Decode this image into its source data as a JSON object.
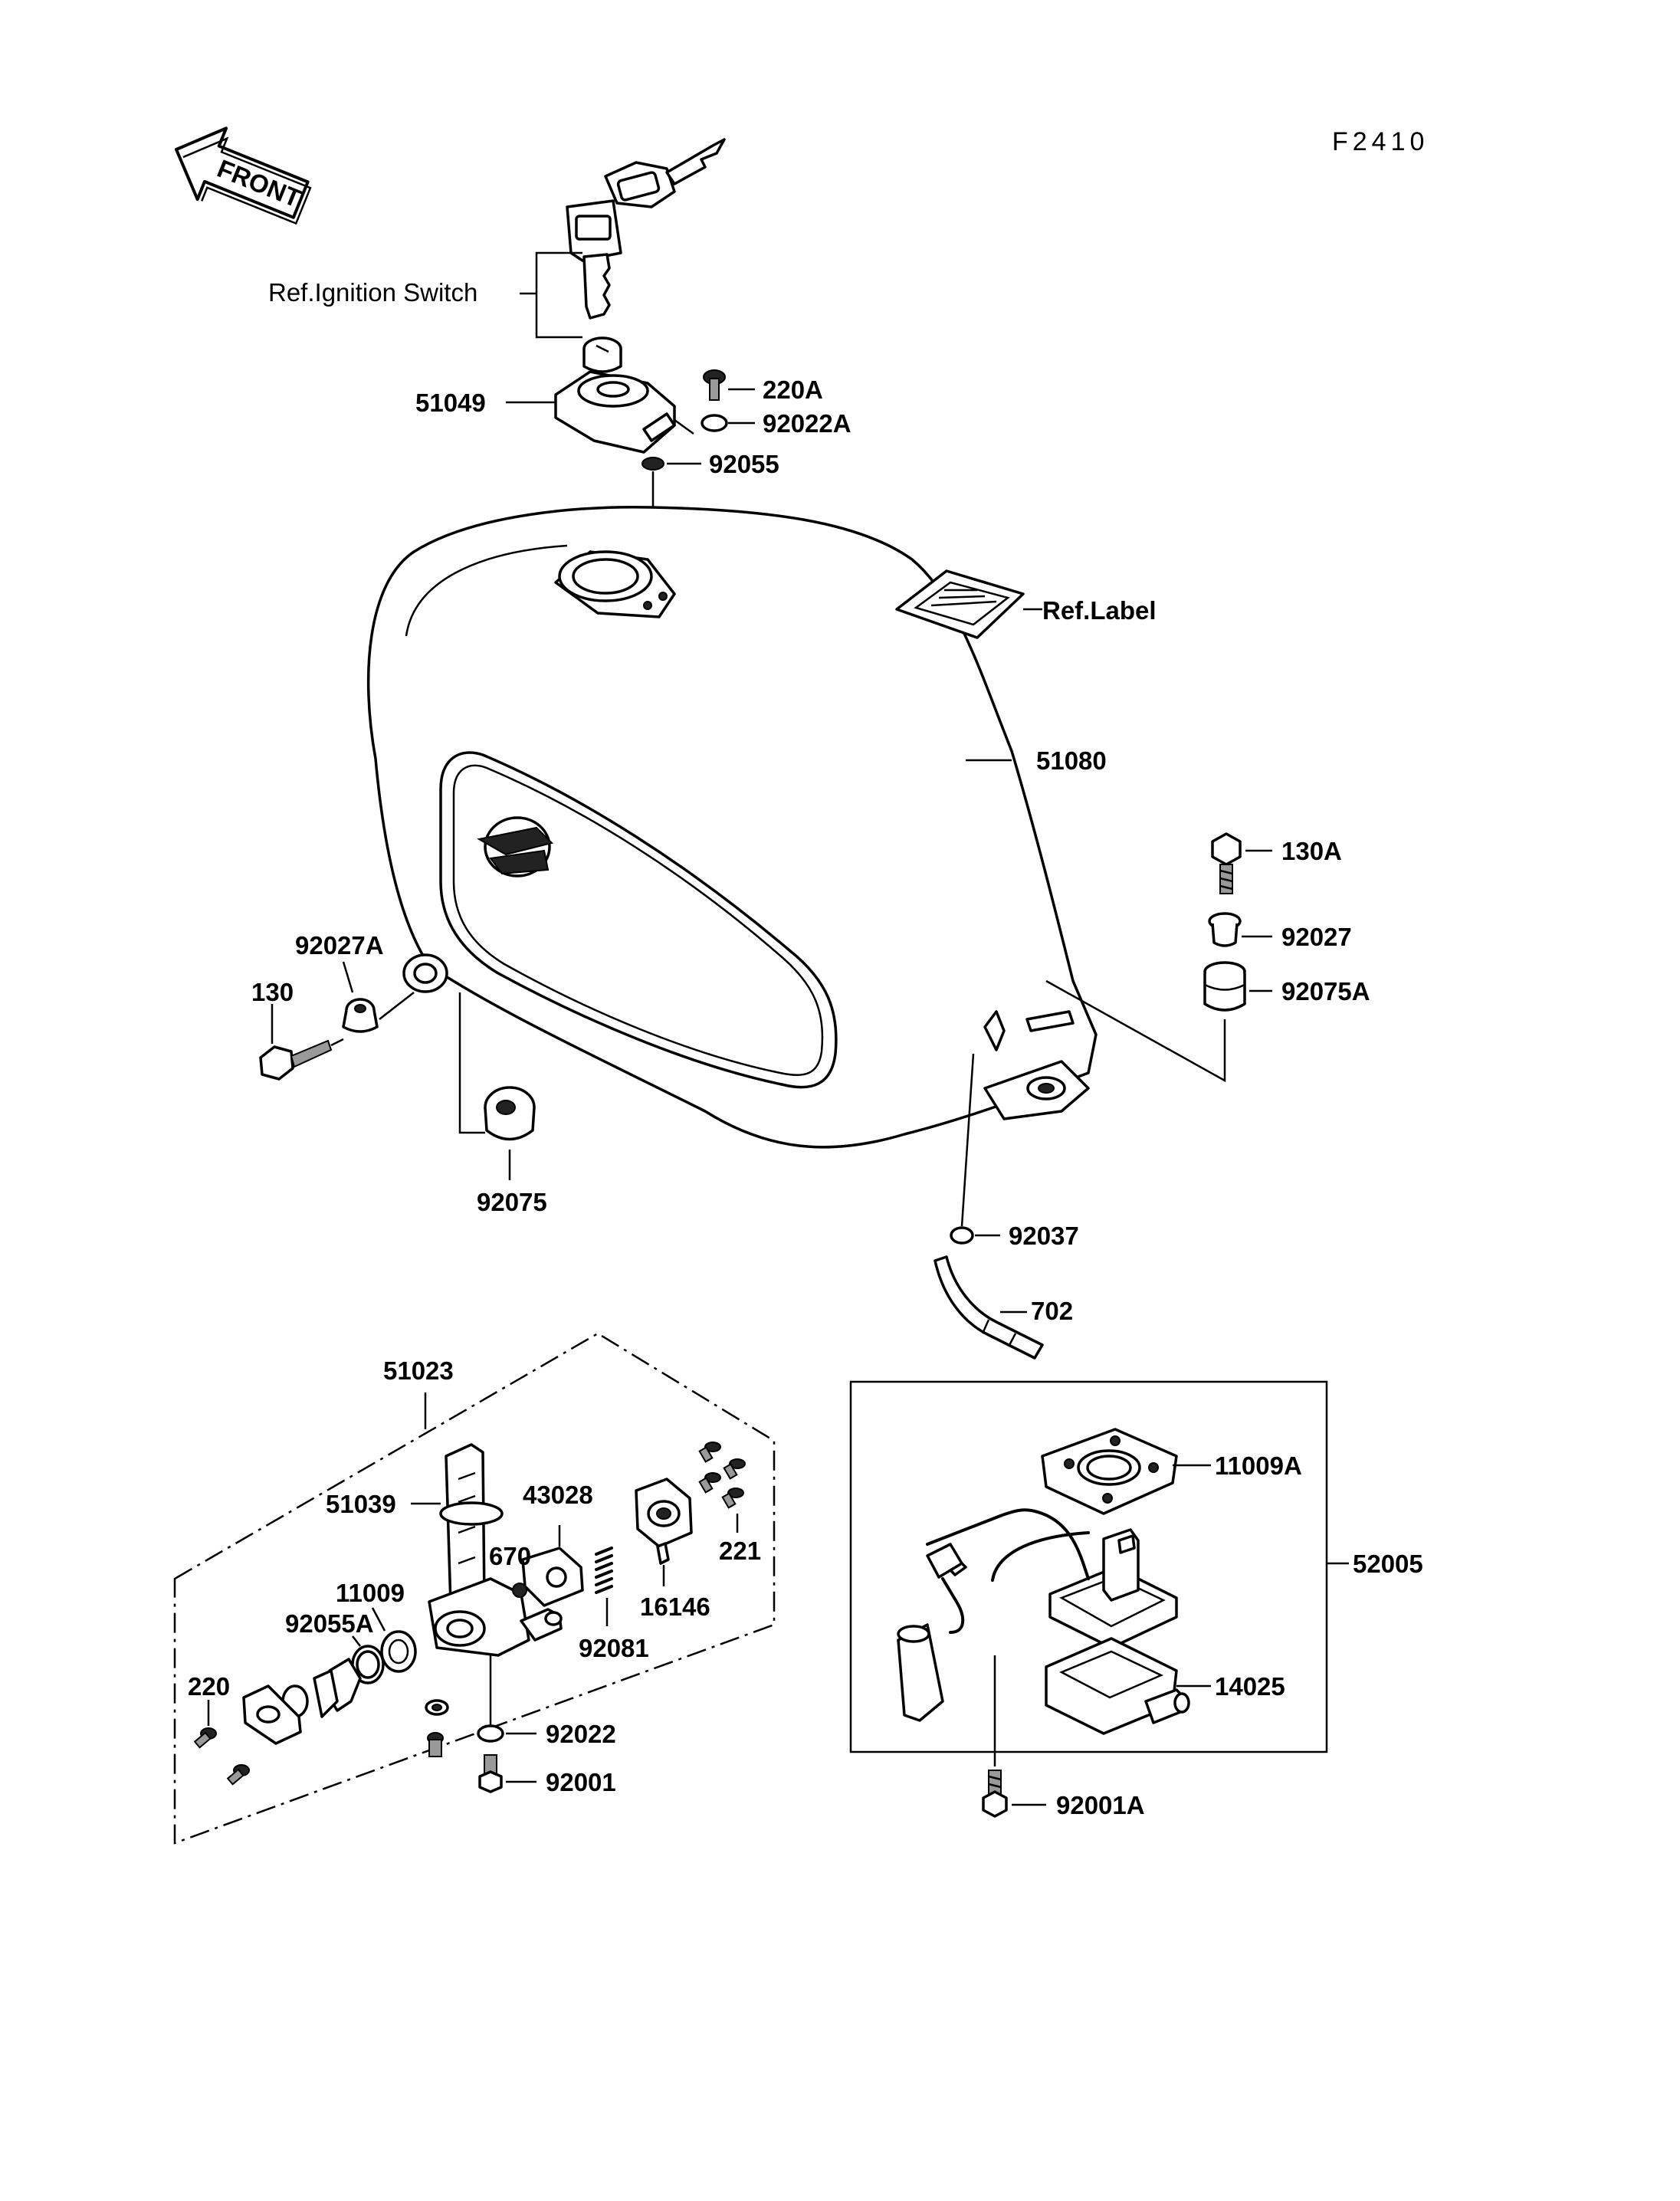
{
  "figure_code": "F2410",
  "front_arrow": "FRONT",
  "refs": {
    "ignition_switch": "Ref.Ignition Switch",
    "label": "Ref.Label"
  },
  "parts": {
    "p51049": "51049",
    "p220A": "220A",
    "p92022A": "92022A",
    "p92055": "92055",
    "p51080": "51080",
    "p130A": "130A",
    "p92027": "92027",
    "p92075A": "92075A",
    "p92027A": "92027A",
    "p130": "130",
    "p92075": "92075",
    "p92037": "92037",
    "p702": "702",
    "p51023": "51023",
    "p51039": "51039",
    "p43028": "43028",
    "p670": "670",
    "p221": "221",
    "p16146": "16146",
    "p11009": "11009",
    "p92055A": "92055A",
    "p92081": "92081",
    "p220": "220",
    "p92022": "92022",
    "p92001": "92001",
    "p11009A": "11009A",
    "p52005": "52005",
    "p14025": "14025",
    "p92001A": "92001A"
  }
}
